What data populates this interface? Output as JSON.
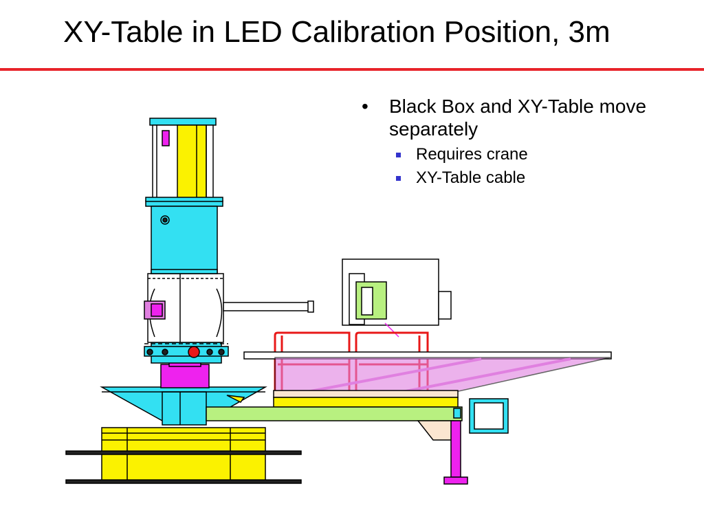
{
  "slide": {
    "title": "XY-Table in LED Calibration Position, 3m",
    "accent_color": "#e8242a"
  },
  "bullets": [
    {
      "text": "Black Box and XY-Table move separately",
      "children": [
        {
          "text": "Requires crane"
        },
        {
          "text": "XY-Table cable"
        }
      ]
    }
  ],
  "drawing": {
    "description_icon": "cad-drawing-xy-table",
    "colors": {
      "cyan": "#33e0f2",
      "yellow": "#fbf200",
      "magenta": "#ee22ee",
      "red": "#e81818",
      "pink": "#e080e0",
      "green": "#b8f080",
      "white": "#ffffff"
    }
  }
}
